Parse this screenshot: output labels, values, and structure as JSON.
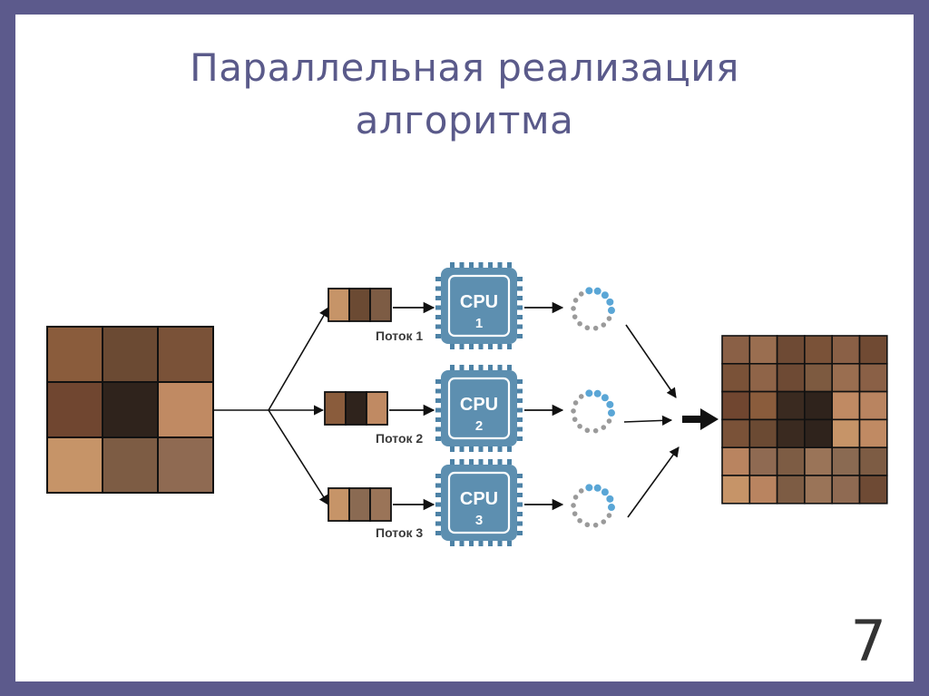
{
  "slide": {
    "title_line1": "Параллельная реализация",
    "title_line2": "алгоритма",
    "page_number": "7"
  },
  "input_grid": {
    "colors": [
      [
        "#8a5c3c",
        "#6b4a33",
        "#7a5238"
      ],
      [
        "#704630",
        "#2f231c",
        "#c08a63"
      ],
      [
        "#c69468",
        "#7d5c44",
        "#8f6a52"
      ]
    ]
  },
  "threads": [
    {
      "label": "Поток 1",
      "cpu_label": "CPU",
      "cpu_number": "1",
      "chunk_colors": [
        "#c69468",
        "#6b4a33",
        "#7d5c44"
      ]
    },
    {
      "label": "Поток 2",
      "cpu_label": "CPU",
      "cpu_number": "2",
      "chunk_colors": [
        "#8a5c3c",
        "#2f231c",
        "#c08a63"
      ]
    },
    {
      "label": "Поток 3",
      "cpu_label": "CPU",
      "cpu_number": "3",
      "chunk_colors": [
        "#c69468",
        "#8a6a52",
        "#9a7458"
      ]
    }
  ],
  "output_grid": {
    "colors": [
      [
        "#8a6046",
        "#9a6e50",
        "#6e4a34",
        "#7a5238",
        "#8a6046",
        "#704a33"
      ],
      [
        "#7a5238",
        "#8f6448",
        "#6e4a34",
        "#7d5a40",
        "#9a6e50",
        "#8a6046"
      ],
      [
        "#704630",
        "#8a5c3c",
        "#3a2a20",
        "#2f231c",
        "#c08a63",
        "#b98460"
      ],
      [
        "#7a5238",
        "#6b4a33",
        "#3a2a20",
        "#2f231c",
        "#c69468",
        "#c08a63"
      ],
      [
        "#b98460",
        "#8f6a52",
        "#7d5c44",
        "#9a7458",
        "#8a6a52",
        "#7d5c44"
      ],
      [
        "#c69468",
        "#b98460",
        "#7d5c44",
        "#9a7458",
        "#8f6a52",
        "#6e4a34"
      ]
    ]
  },
  "colors": {
    "frame": "#5c5a8c",
    "title": "#5a5a8a",
    "cpu_fill": "#5d8fb0",
    "cpu_inner_border": "#ffffff",
    "pin": "#4d82a6",
    "spinner_blue": "#5aa6d6",
    "spinner_gray": "#9a9a9a",
    "arrow": "#111111"
  },
  "icons": {
    "cpu": "cpu-chip-icon",
    "spinner": "loading-spinner-icon",
    "arrow": "arrow-right-icon"
  }
}
